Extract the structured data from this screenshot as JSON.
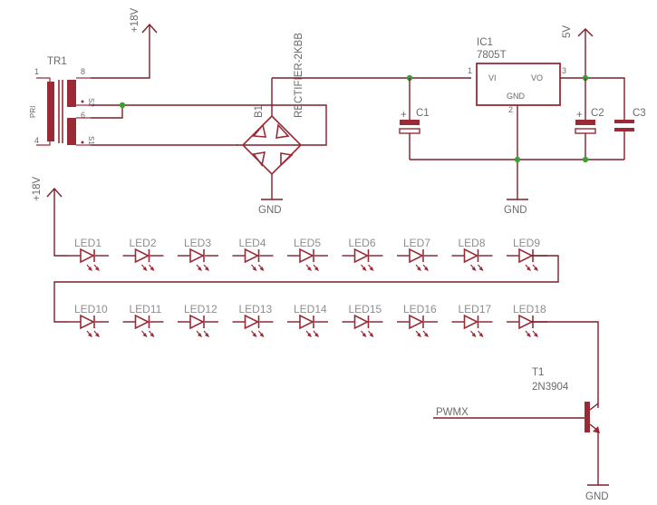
{
  "supply": {
    "transformer_name": "TR1",
    "pri_label": "PRI",
    "pin_1": "1",
    "pin_4": "4",
    "pin_8": "8",
    "pin_6": "6",
    "s2_label": "S2",
    "s1_label": "S1",
    "rail_top": "+18V",
    "rail_left": "+18V",
    "bridge_name": "B1",
    "bridge_value": "RECTIFIER-2KBB",
    "c1": "C1",
    "c2": "C2",
    "c3": "C3",
    "ic_name": "IC1",
    "ic_value": "7805T",
    "ic_vi": "VI",
    "ic_vo": "VO",
    "ic_gnd": "GND",
    "ic_pin1": "1",
    "ic_pin2": "2",
    "ic_pin3": "3",
    "rail_5v": "5V",
    "gnd_bridge": "GND",
    "gnd_reg": "GND",
    "gnd_transistor": "GND"
  },
  "leds_row1": [
    "LED1",
    "LED2",
    "LED3",
    "LED4",
    "LED5",
    "LED6",
    "LED7",
    "LED8",
    "LED9"
  ],
  "leds_row2": [
    "LED10",
    "LED11",
    "LED12",
    "LED13",
    "LED14",
    "LED15",
    "LED16",
    "LED17",
    "LED18"
  ],
  "driver": {
    "transistor_name": "T1",
    "transistor_value": "2N3904",
    "pwm_net": "PWMX"
  },
  "colors": {
    "wire": "#7e1e2a",
    "component": "#9a2b36",
    "junction": "#3aa036",
    "label": "#6a6a6a"
  }
}
